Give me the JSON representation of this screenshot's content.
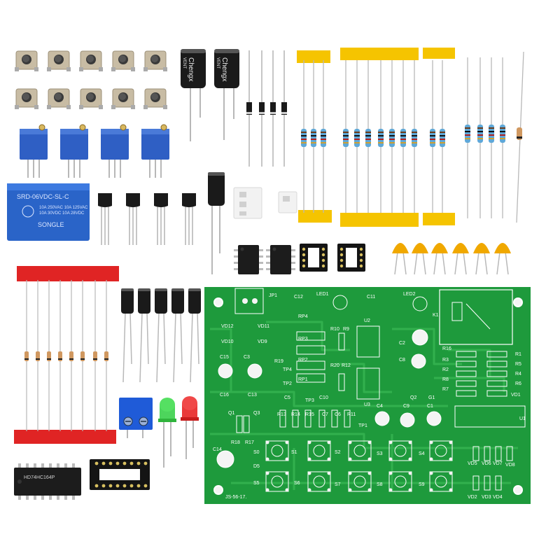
{
  "colors": {
    "background": "#ffffff",
    "pcb_green": "#1e9a3c",
    "pcb_trace": "#32b04e",
    "silkscreen": "#ffffff",
    "trimpot_blue": "#2f5fc4",
    "relay_blue": "#2a64c8",
    "tape_yellow": "#f5c400",
    "tape_red": "#e02424",
    "capacitor_black": "#1a1a1a",
    "ceramic_cap_orange": "#f0a800",
    "led_green": "#3ad04a",
    "led_red": "#e82828",
    "terminal_blue": "#1f5bd8",
    "ic_black": "#1c1c1c",
    "resistor_blue": "#5fa8d8"
  },
  "relay": {
    "model": "SRD-06VDC-SL-C",
    "brand": "SONGLE",
    "ratings": [
      "10A 250VAC 10A 125VAC",
      "10A 30VDC 10A 28VDC"
    ]
  },
  "capacitor_brand": "Chengx",
  "capacitor_series": "VENT",
  "ic_label": "HD74HC164P",
  "pcb": {
    "board_code": "JS-56-17.",
    "labels": {
      "jp1": "JP1",
      "c12": "C12",
      "led1": "LED1",
      "c11": "C11",
      "led2": "LED2",
      "k1": "K1",
      "vd12": "VD12",
      "vd11": "VD11",
      "vd10": "VD10",
      "vd9": "VD9",
      "rp4": "RP4",
      "rp3": "RP3",
      "rp2": "RP2",
      "rp1": "RP1",
      "r10": "R10",
      "r9": "R9",
      "u2": "U2",
      "r20": "R20",
      "r12": "R12",
      "u3": "U3",
      "r19": "R19",
      "tp4": "TP4",
      "tp2": "TP2",
      "tp3": "TP3",
      "tp1": "TP1",
      "c15": "C15",
      "c3": "C3",
      "c16": "C16",
      "c13": "C13",
      "c5": "C5",
      "c10": "C10",
      "c2": "C2",
      "c8": "C8",
      "c4": "C4",
      "c9": "C9",
      "c1": "C1",
      "c14": "C14",
      "q1": "Q1",
      "q3": "Q3",
      "q2": "Q2",
      "g1": "G1",
      "r13": "R13",
      "r14": "R14",
      "r15": "R15",
      "c7": "C7",
      "c6": "C6",
      "r11": "R11",
      "r18": "R18",
      "r17": "R17",
      "r16": "R16",
      "r1": "R1",
      "r3": "R3",
      "r5": "R5",
      "r2": "R2",
      "r4": "R4",
      "r8": "R8",
      "r6": "R6",
      "r7": "R7",
      "vd1": "VD1",
      "u1": "U1",
      "d5": "D5",
      "s0": "S0",
      "s1": "S1",
      "s2": "S2",
      "s3": "S3",
      "s4": "S4",
      "s5": "S5",
      "s6": "S6",
      "s7": "S7",
      "s8": "S8",
      "s9": "S9",
      "vd5": "VD5",
      "vd6": "VD6",
      "vd7": "VD7",
      "vd8": "VD8",
      "vd2": "VD2",
      "vd3": "VD3",
      "vd4": "VD4"
    }
  }
}
